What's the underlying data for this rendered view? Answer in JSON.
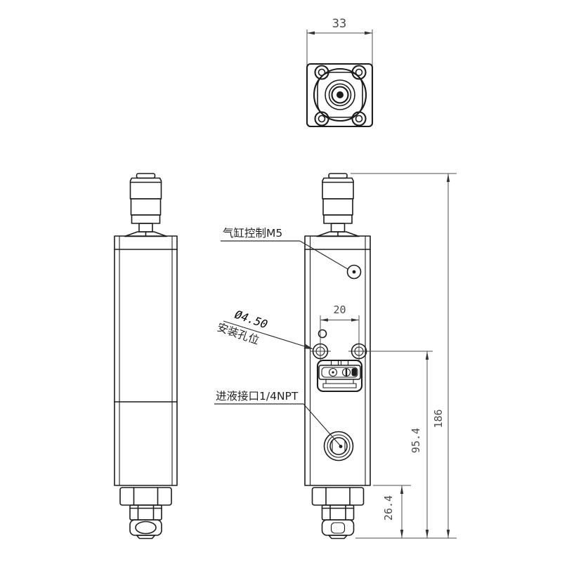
{
  "drawing": {
    "dims": {
      "top_width": "33",
      "hole_spacing": "20",
      "inlet_height": "95.4",
      "total_height": "186",
      "bottom_section": "26.4"
    },
    "labels": {
      "air_control": "气缸控制M5",
      "hole_diameter": "Ø4.50",
      "hole_position": "安装孔位",
      "liquid_inlet": "进液接口1/4NPT"
    },
    "colors": {
      "outline": "#1c1c1c",
      "dimension": "#4f4f4f",
      "background": "#ffffff"
    }
  }
}
